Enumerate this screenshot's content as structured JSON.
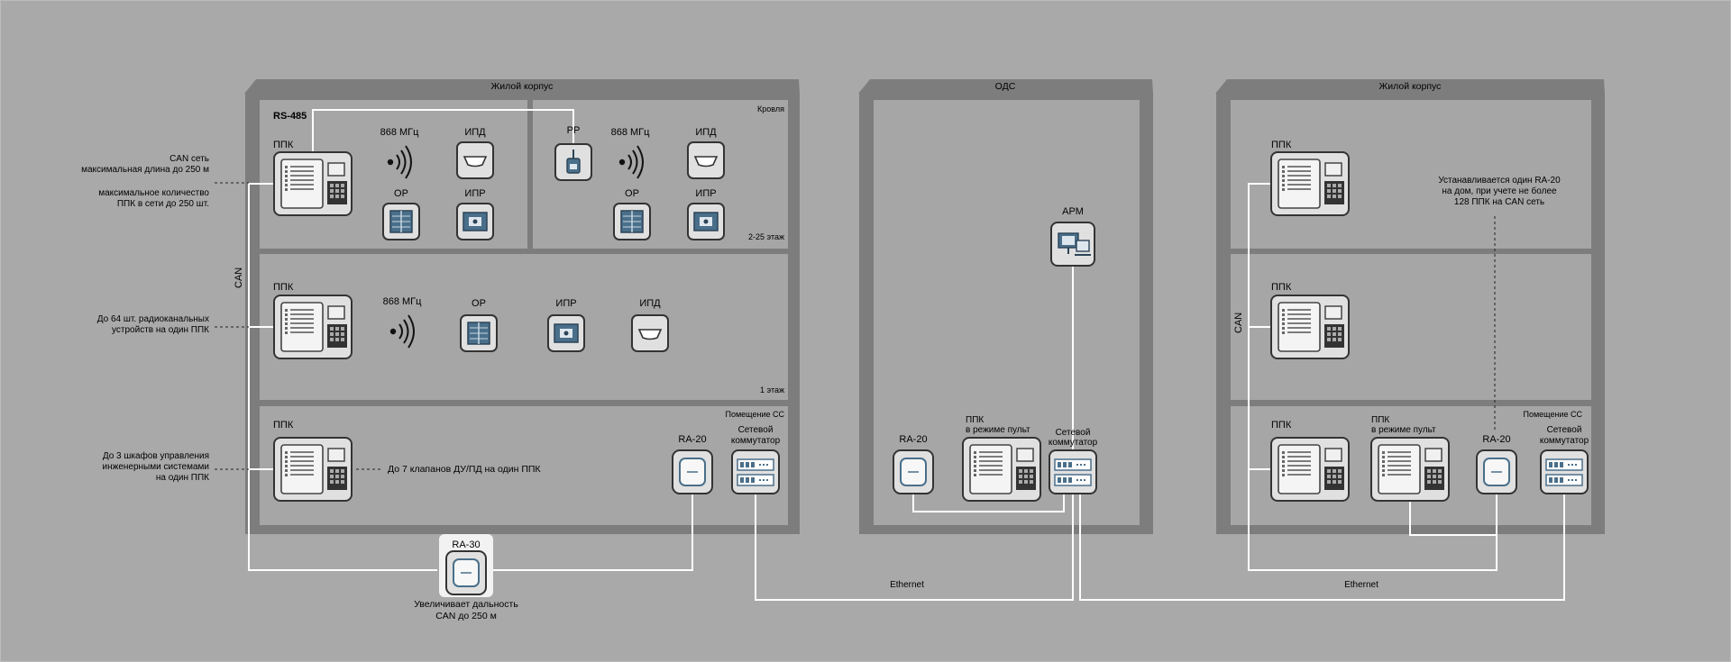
{
  "buildings": {
    "left": {
      "title": "Жилой корпус",
      "floors": {
        "roof": "Кровля",
        "middle": "2-25 этаж",
        "first": "1 этаж",
        "ss": "Помещение СС"
      },
      "rs485": "RS-485",
      "ppk": "ППК",
      "freq": "868 МГц",
      "ipd": "ИПД",
      "or": "ОР",
      "ipr": "ИПР",
      "rr": "РР",
      "ra20": "RA-20",
      "switch": [
        "Сетевой",
        "коммутатор"
      ],
      "valves_note": "До 7 клапанов ДУ/ПД на один ППК"
    },
    "center": {
      "title": "ОДС",
      "apm": "АРМ",
      "ra20": "RA-20",
      "ppk_console": [
        "ППК",
        "в режиме пульт"
      ],
      "switch": [
        "Сетевой",
        "коммутатор"
      ]
    },
    "right": {
      "title": "Жилой корпус",
      "ppk": "ППК",
      "ppk_console": [
        "ППК",
        "в режиме пульт"
      ],
      "ra20": "RA-20",
      "switch": [
        "Сетевой",
        "коммутатор"
      ],
      "floor_ss": "Помещение СС",
      "note": [
        "Устанавливается один RA-20",
        "на дом, при учете не более",
        "128 ППК на CAN сеть"
      ],
      "can": "CAN"
    }
  },
  "left_notes": {
    "can_net": [
      "CAN сеть",
      "максимальная длина до 250 м"
    ],
    "max_count": [
      "максимальное количество",
      "ППК в сети до 250 шт."
    ],
    "radio_devices": [
      "До 64 шт. радиоканальных",
      "устройств на один ППК"
    ],
    "cabinets": [
      "До 3 шкафов управления",
      "инженерными системами",
      "на один ППК"
    ],
    "can": "CAN"
  },
  "ra30": {
    "label": "RA-30",
    "note": [
      "Увеличивает дальность",
      "CAN до 250 м"
    ]
  },
  "ethernet": [
    "Ethernet",
    "Ethernet"
  ],
  "colors": {
    "background": "#a9a9a9",
    "wall": "#7d7d7d",
    "floor": "#a6a6a6",
    "line": "#ffffff",
    "device": "#e0e0e0",
    "device_border": "#3c3c3c",
    "accent_blue": "#4a6f8a"
  }
}
